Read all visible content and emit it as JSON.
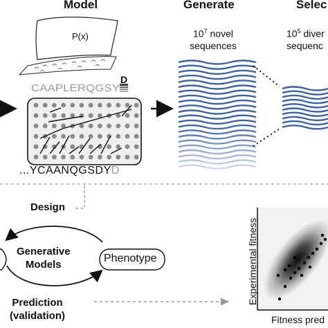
{
  "headers": {
    "model": "Model",
    "generate": "Generate",
    "select": "Selec"
  },
  "generate_caption": {
    "line1_base": "10",
    "line1_exp": "7",
    "line1_rest": " novel",
    "line2": "sequences"
  },
  "select_caption": {
    "line1_base": "10",
    "line1_exp": "5",
    "line1_rest": " diver",
    "line2": "sequenc"
  },
  "model": {
    "prob_label": "P(x)",
    "logo_text": "CAAPLERQGSY",
    "logo_last": "D",
    "sequence_main": "...YCAANQGSDY",
    "sequence_next": "D"
  },
  "cycle": {
    "design": "Design",
    "generative_line1": "Generative",
    "generative_line2": "Models",
    "phenotype": "Phenotype",
    "prediction_line1": "Prediction",
    "prediction_line2": "(validation)"
  },
  "scatter": {
    "ylabel": "Experimental fitness",
    "xlabel": "Fitness pred"
  },
  "colors": {
    "wave": "#3e62a3",
    "ink": "#111111",
    "grey_text": "#9a9a9a",
    "dash": "#9a9a9a"
  }
}
